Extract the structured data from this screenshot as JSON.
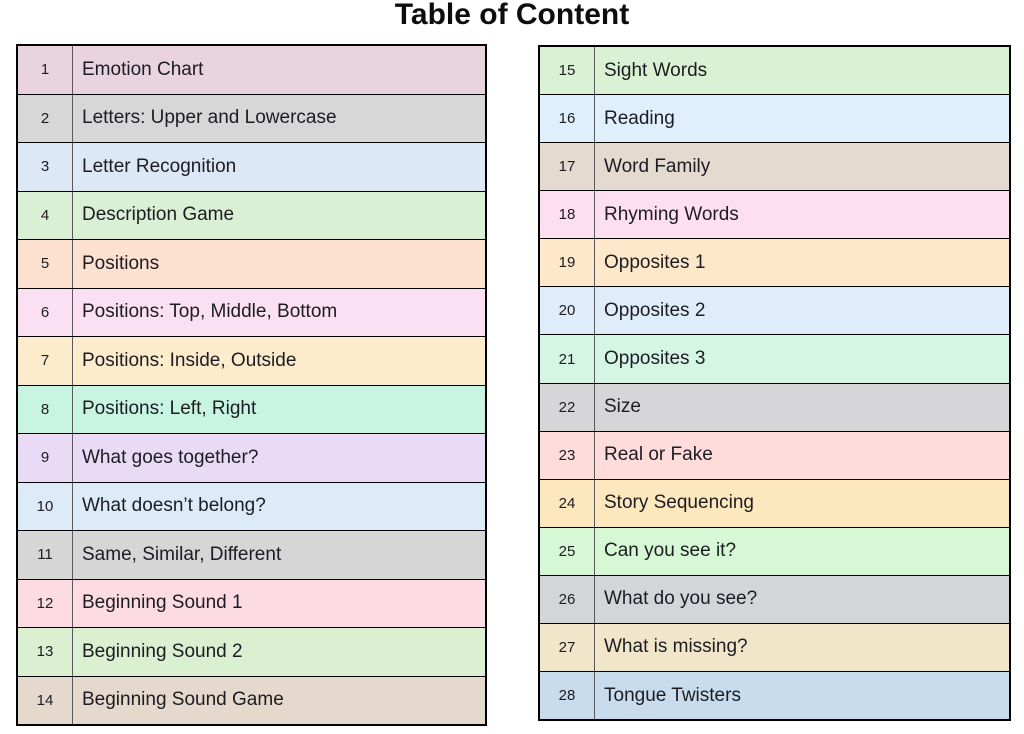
{
  "title": "Table of Content",
  "tables": [
    {
      "name": "left",
      "rows": [
        {
          "num": "1",
          "label": "Emotion Chart",
          "color": "#e9d3de"
        },
        {
          "num": "2",
          "label": "Letters: Upper and Lowercase",
          "color": "#d7d7d7"
        },
        {
          "num": "3",
          "label": "Letter Recognition",
          "color": "#dce8f5"
        },
        {
          "num": "4",
          "label": "Description Game",
          "color": "#d9f0d4"
        },
        {
          "num": "5",
          "label": "Positions",
          "color": "#fce0d0"
        },
        {
          "num": "6",
          "label": "Positions: Top, Middle, Bottom",
          "color": "#fbdff3"
        },
        {
          "num": "7",
          "label": "Positions: Inside, Outside",
          "color": "#fdeccc"
        },
        {
          "num": "8",
          "label": "Positions: Left, Right",
          "color": "#c8f5e2"
        },
        {
          "num": "9",
          "label": "What goes together?",
          "color": "#e9daf6"
        },
        {
          "num": "10",
          "label": "What doesn’t belong?",
          "color": "#ddebf8"
        },
        {
          "num": "11",
          "label": "Same, Similar, Different",
          "color": "#d6d6d6"
        },
        {
          "num": "12",
          "label": "Beginning Sound 1",
          "color": "#fcdbe2"
        },
        {
          "num": "13",
          "label": "Beginning Sound 2",
          "color": "#daf0d1"
        },
        {
          "num": "14",
          "label": "Beginning Sound Game",
          "color": "#e5d8cc"
        }
      ]
    },
    {
      "name": "right",
      "rows": [
        {
          "num": "15",
          "label": "Sight Words",
          "color": "#daf2d3"
        },
        {
          "num": "16",
          "label": "Reading",
          "color": "#e0effc"
        },
        {
          "num": "17",
          "label": "Word Family",
          "color": "#e4dacf"
        },
        {
          "num": "18",
          "label": "Rhyming Words",
          "color": "#fedff2"
        },
        {
          "num": "19",
          "label": "Opposites 1",
          "color": "#fee8c9"
        },
        {
          "num": "20",
          "label": "Opposites 2",
          "color": "#dfecfa"
        },
        {
          "num": "21",
          "label": "Opposites 3",
          "color": "#d5f6e5"
        },
        {
          "num": "22",
          "label": "Size",
          "color": "#d6d6d8"
        },
        {
          "num": "23",
          "label": "Real or Fake",
          "color": "#fedcdc"
        },
        {
          "num": "24",
          "label": "Story Sequencing",
          "color": "#fde7bd"
        },
        {
          "num": "25",
          "label": "Can you see it?",
          "color": "#d6f8d4"
        },
        {
          "num": "26",
          "label": "What do you see?",
          "color": "#d3d6d8"
        },
        {
          "num": "27",
          "label": "What is missing?",
          "color": "#f2e6ca"
        },
        {
          "num": "28",
          "label": "Tongue Twisters",
          "color": "#c9dcee"
        }
      ]
    }
  ]
}
